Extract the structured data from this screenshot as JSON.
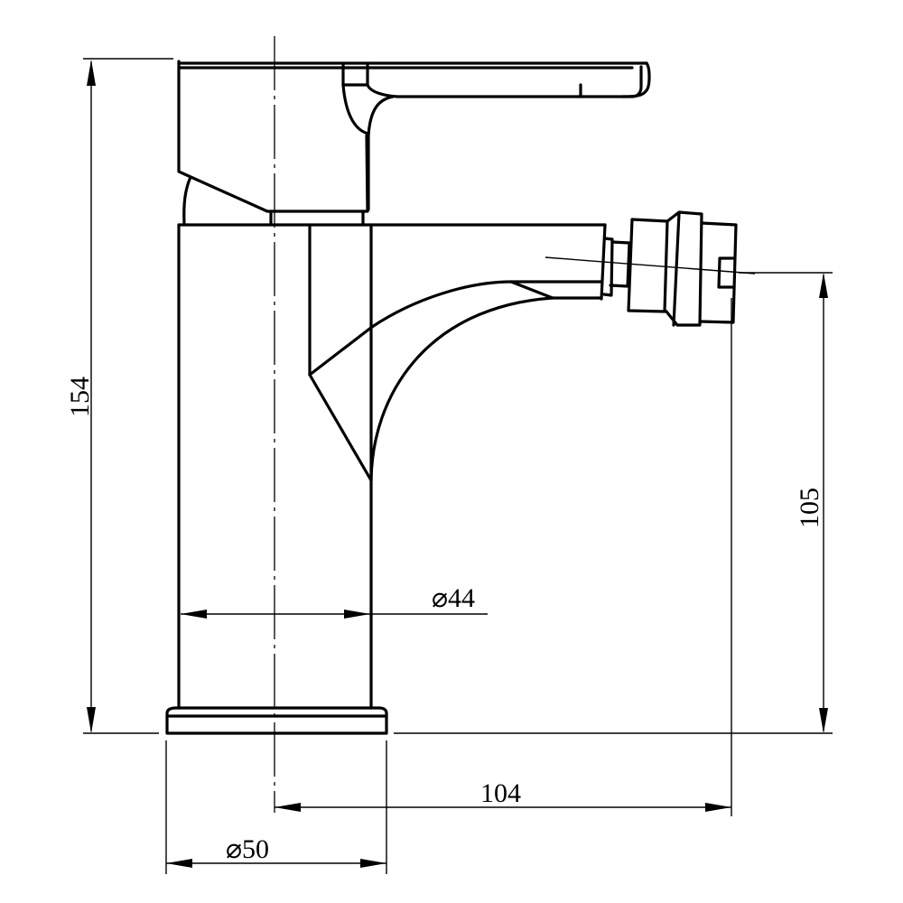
{
  "drawing": {
    "subject": "Bidet mixer faucet - side elevation",
    "line_color": "#000000",
    "background": "#ffffff"
  },
  "dimensions": {
    "total_height": {
      "label": "154",
      "orientation": "vertical"
    },
    "spout_height": {
      "label": "105",
      "orientation": "vertical"
    },
    "body_diameter": {
      "label": "⌀44",
      "orientation": "horizontal"
    },
    "spout_reach": {
      "label": "104",
      "orientation": "horizontal"
    },
    "base_diameter": {
      "label": "⌀50",
      "orientation": "horizontal"
    }
  }
}
